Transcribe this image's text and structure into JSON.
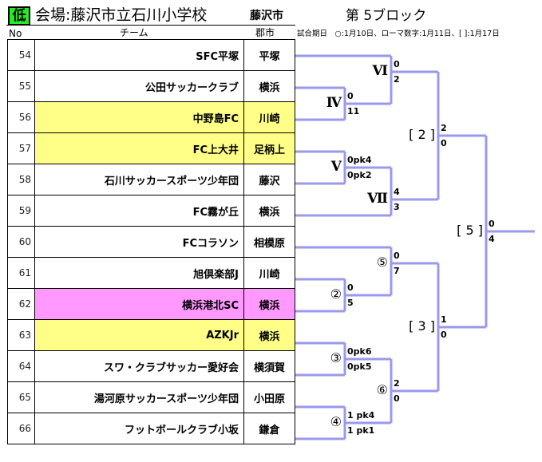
{
  "header": {
    "level_badge": "低",
    "venue": "会場:藤沢市立石川小学校",
    "venue_city": "藤沢市",
    "block_title": "第 5ブロック",
    "schedule_note": "試合期日　○:1月10日、ローマ数字:1月11日、[ ]:1月17日",
    "level_color": "#22ee22"
  },
  "table": {
    "columns": {
      "no": "No",
      "team": "チーム",
      "city": "郡市"
    },
    "rows": [
      {
        "no": "54",
        "team": "SFC平塚",
        "city": "平塚",
        "highlight": ""
      },
      {
        "no": "55",
        "team": "公田サッカークラブ",
        "city": "横浜",
        "highlight": ""
      },
      {
        "no": "56",
        "team": "中野島FC",
        "city": "川崎",
        "highlight": "yellow"
      },
      {
        "no": "57",
        "team": "FC上大井",
        "city": "足柄上",
        "highlight": "yellow"
      },
      {
        "no": "58",
        "team": "石川サッカースポーツ少年団",
        "city": "藤沢",
        "highlight": ""
      },
      {
        "no": "59",
        "team": "FC霧が丘",
        "city": "横浜",
        "highlight": ""
      },
      {
        "no": "60",
        "team": "FCコラソン",
        "city": "相模原",
        "highlight": ""
      },
      {
        "no": "61",
        "team": "旭倶楽部J",
        "city": "川崎",
        "highlight": ""
      },
      {
        "no": "62",
        "team": "横浜港北SC",
        "city": "横浜",
        "highlight": "pink"
      },
      {
        "no": "63",
        "team": "AZKJr",
        "city": "横浜",
        "highlight": "yellow"
      },
      {
        "no": "64",
        "team": "スワ・クラブサッカー愛好会",
        "city": "横須賀",
        "highlight": ""
      },
      {
        "no": "65",
        "team": "湯河原サッカースポーツ少年団",
        "city": "小田原",
        "highlight": ""
      },
      {
        "no": "66",
        "team": "フットボールクラブ小坂",
        "city": "鎌倉",
        "highlight": ""
      }
    ],
    "highlight_colors": {
      "yellow": "#ffff88",
      "pink": "#ff99ff"
    }
  },
  "bracket": {
    "line_color": "#9999ee",
    "matches": [
      {
        "id": "IV",
        "label": "Ⅳ",
        "style": "roman",
        "score_top": "0",
        "score_bottom": "11"
      },
      {
        "id": "VI",
        "label": "Ⅵ",
        "style": "roman",
        "score_top": "0",
        "score_bottom": "2"
      },
      {
        "id": "V",
        "label": "Ⅴ",
        "style": "roman",
        "score_top": "0pk4",
        "score_bottom": "0pk2"
      },
      {
        "id": "VII",
        "label": "Ⅶ",
        "style": "roman",
        "score_top": "4",
        "score_bottom": "3"
      },
      {
        "id": "B2",
        "label": "[ 2 ]",
        "style": "bracket",
        "score_top": "2",
        "score_bottom": "0"
      },
      {
        "id": "C2",
        "label": "②",
        "style": "circle",
        "score_top": "0",
        "score_bottom": "5"
      },
      {
        "id": "C5",
        "label": "⑤",
        "style": "circle",
        "score_top": "0",
        "score_bottom": "7"
      },
      {
        "id": "C3",
        "label": "③",
        "style": "circle",
        "score_top": "0pk6",
        "score_bottom": "0pk5"
      },
      {
        "id": "C4",
        "label": "④",
        "style": "circle",
        "score_top": "1 pk4",
        "score_bottom": "1 pk1"
      },
      {
        "id": "C6",
        "label": "⑥",
        "style": "circle",
        "score_top": "2",
        "score_bottom": "0"
      },
      {
        "id": "B3",
        "label": "[ 3 ]",
        "style": "bracket",
        "score_top": "1",
        "score_bottom": "0"
      },
      {
        "id": "B5",
        "label": "[ 5 ]",
        "style": "bracket",
        "score_top": "0",
        "score_bottom": "4"
      }
    ]
  }
}
